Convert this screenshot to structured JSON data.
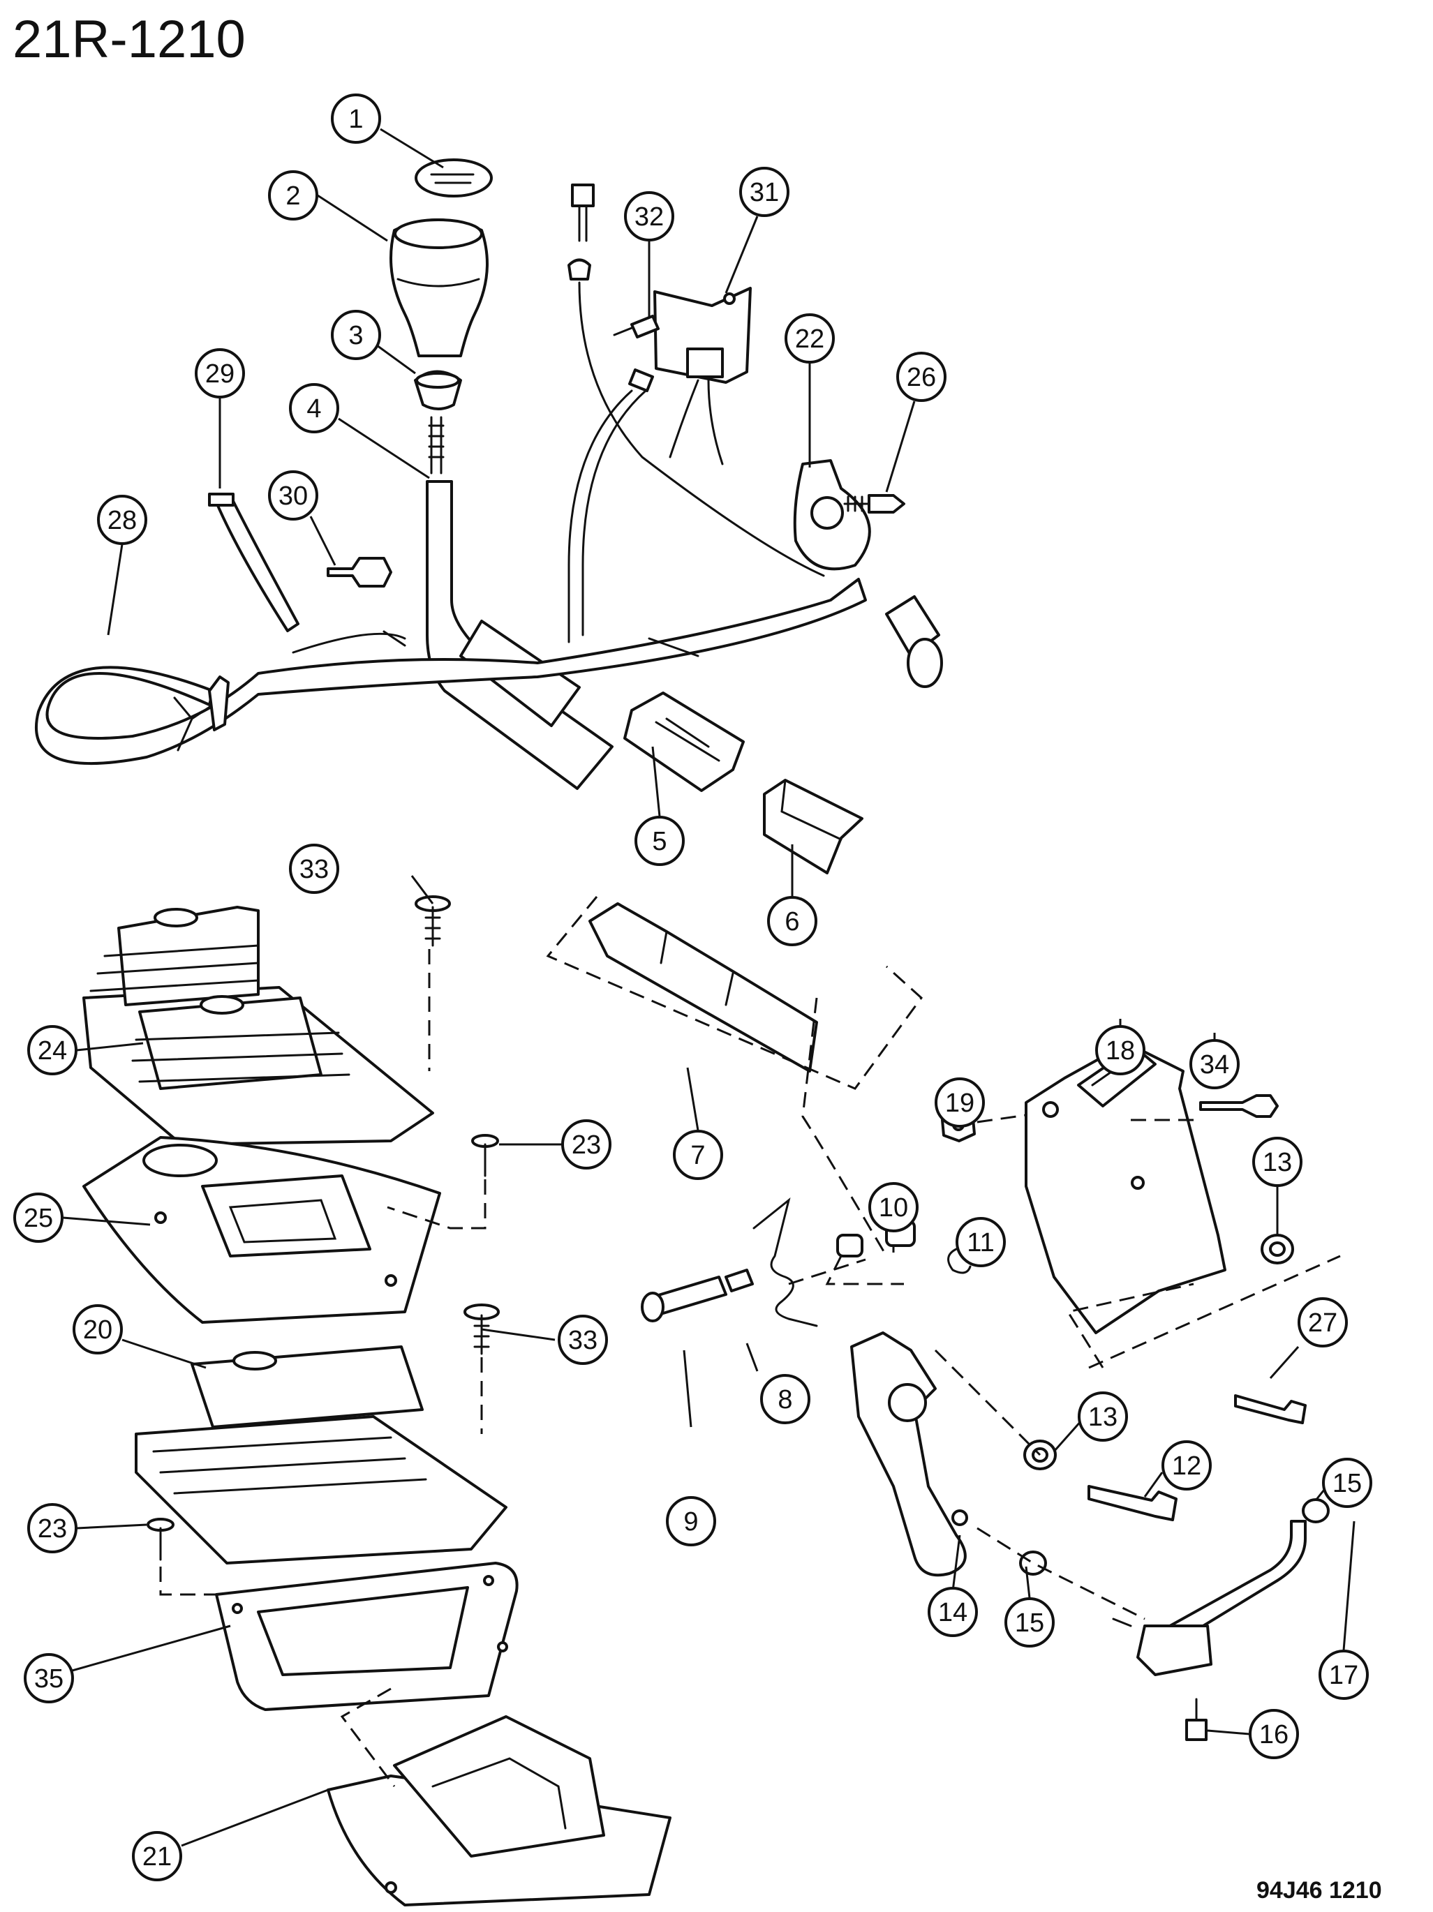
{
  "diagram": {
    "title": "21R-1210",
    "footer_code": "94J46 1210",
    "callouts": [
      "1",
      "2",
      "3",
      "4",
      "5",
      "6",
      "7",
      "8",
      "9",
      "10",
      "11",
      "12",
      "13",
      "13",
      "14",
      "15",
      "15",
      "16",
      "17",
      "18",
      "19",
      "20",
      "21",
      "22",
      "23",
      "23",
      "24",
      "25",
      "26",
      "27",
      "28",
      "29",
      "30",
      "31",
      "32",
      "33",
      "33",
      "34",
      "35"
    ]
  }
}
